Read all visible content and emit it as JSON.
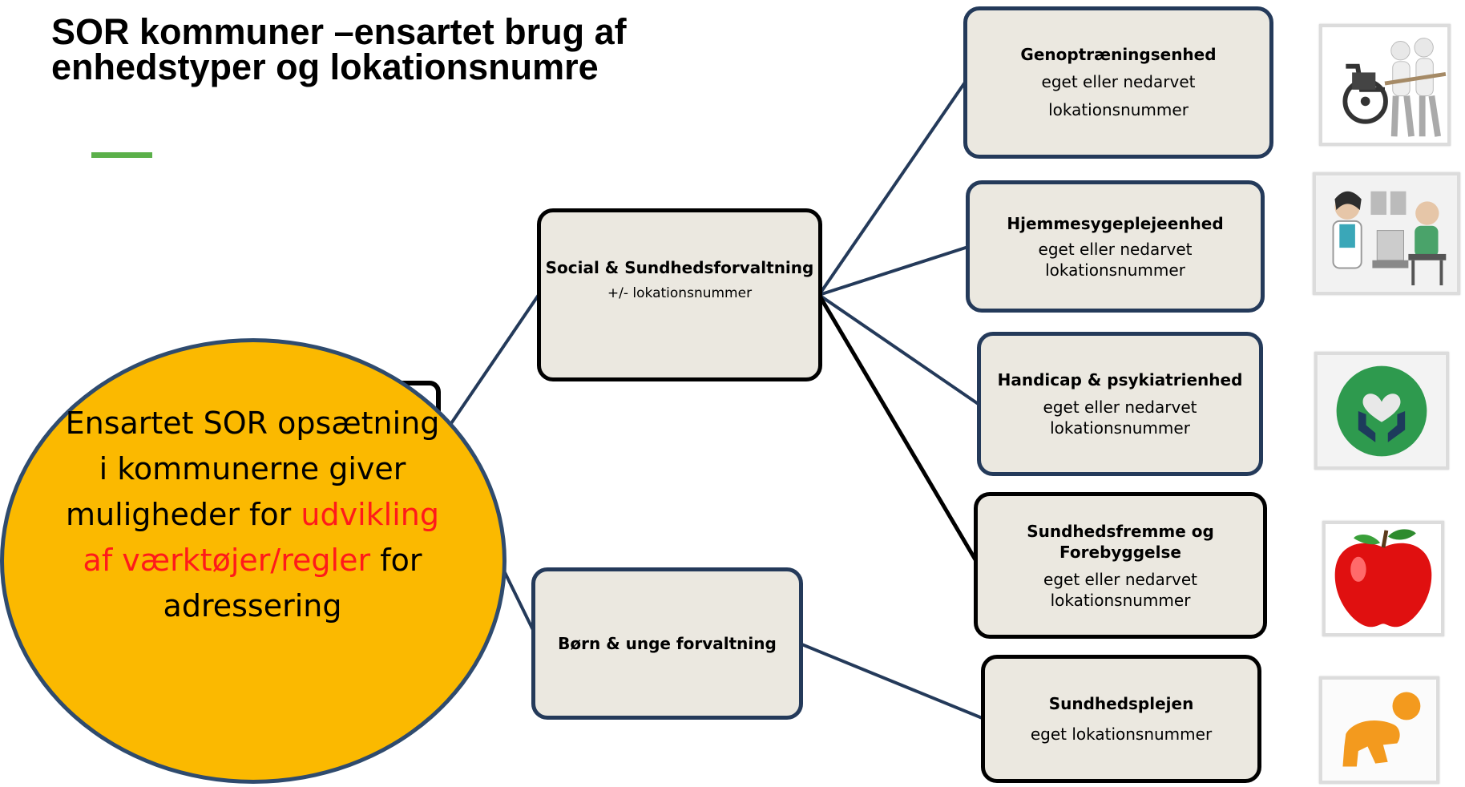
{
  "title": {
    "line1": "SOR kommuner –ensartet brug af",
    "line2": "enhedstyper og lokationsnumre"
  },
  "circle": {
    "text_part1": "Ensartet SOR opsætning i kommunerne giver muligheder for",
    "text_highlight": "udvikling af værktøjer/regler",
    "text_part2": "for adressering",
    "highlight_color": "#ff1a1a",
    "fill_color": "#fbb900"
  },
  "nodes": {
    "social": {
      "title": "Social & Sundhedsforvaltning",
      "subtitle": "+/- lokationsnummer"
    },
    "boern": {
      "title": "Børn & unge forvaltning"
    },
    "genoptraening": {
      "title": "Genoptræningsenhed",
      "sub1": "eget eller nedarvet",
      "sub2": "lokationsnummer"
    },
    "hjemmesyge": {
      "title": "Hjemmesygeplejeenhed",
      "sub1": "eget eller nedarvet",
      "sub2": "lokationsnummer"
    },
    "handicap": {
      "title": "Handicap & psykiatrienhed",
      "sub1": "eget eller nedarvet",
      "sub2": "lokationsnummer"
    },
    "sundhedsfremme": {
      "title": "Sundhedsfremme og Forebyggelse",
      "sub1": "eget eller nedarvet",
      "sub2": "lokationsnummer"
    },
    "sundhedsplejen": {
      "title": "Sundhedsplejen",
      "sub1": "eget lokationsnummer"
    }
  },
  "icons": {
    "genoptraening": "rehabilitation-icon",
    "hjemmesyge": "home-nursing-icon",
    "handicap": "heart-hands-icon",
    "sundhedsfremme": "apple-icon",
    "sundhedsplejen": "baby-crawling-icon"
  },
  "colors": {
    "box_fill": "#ebe8e0",
    "box_border": "#243a5a",
    "accent_bar": "#5bb04a"
  }
}
